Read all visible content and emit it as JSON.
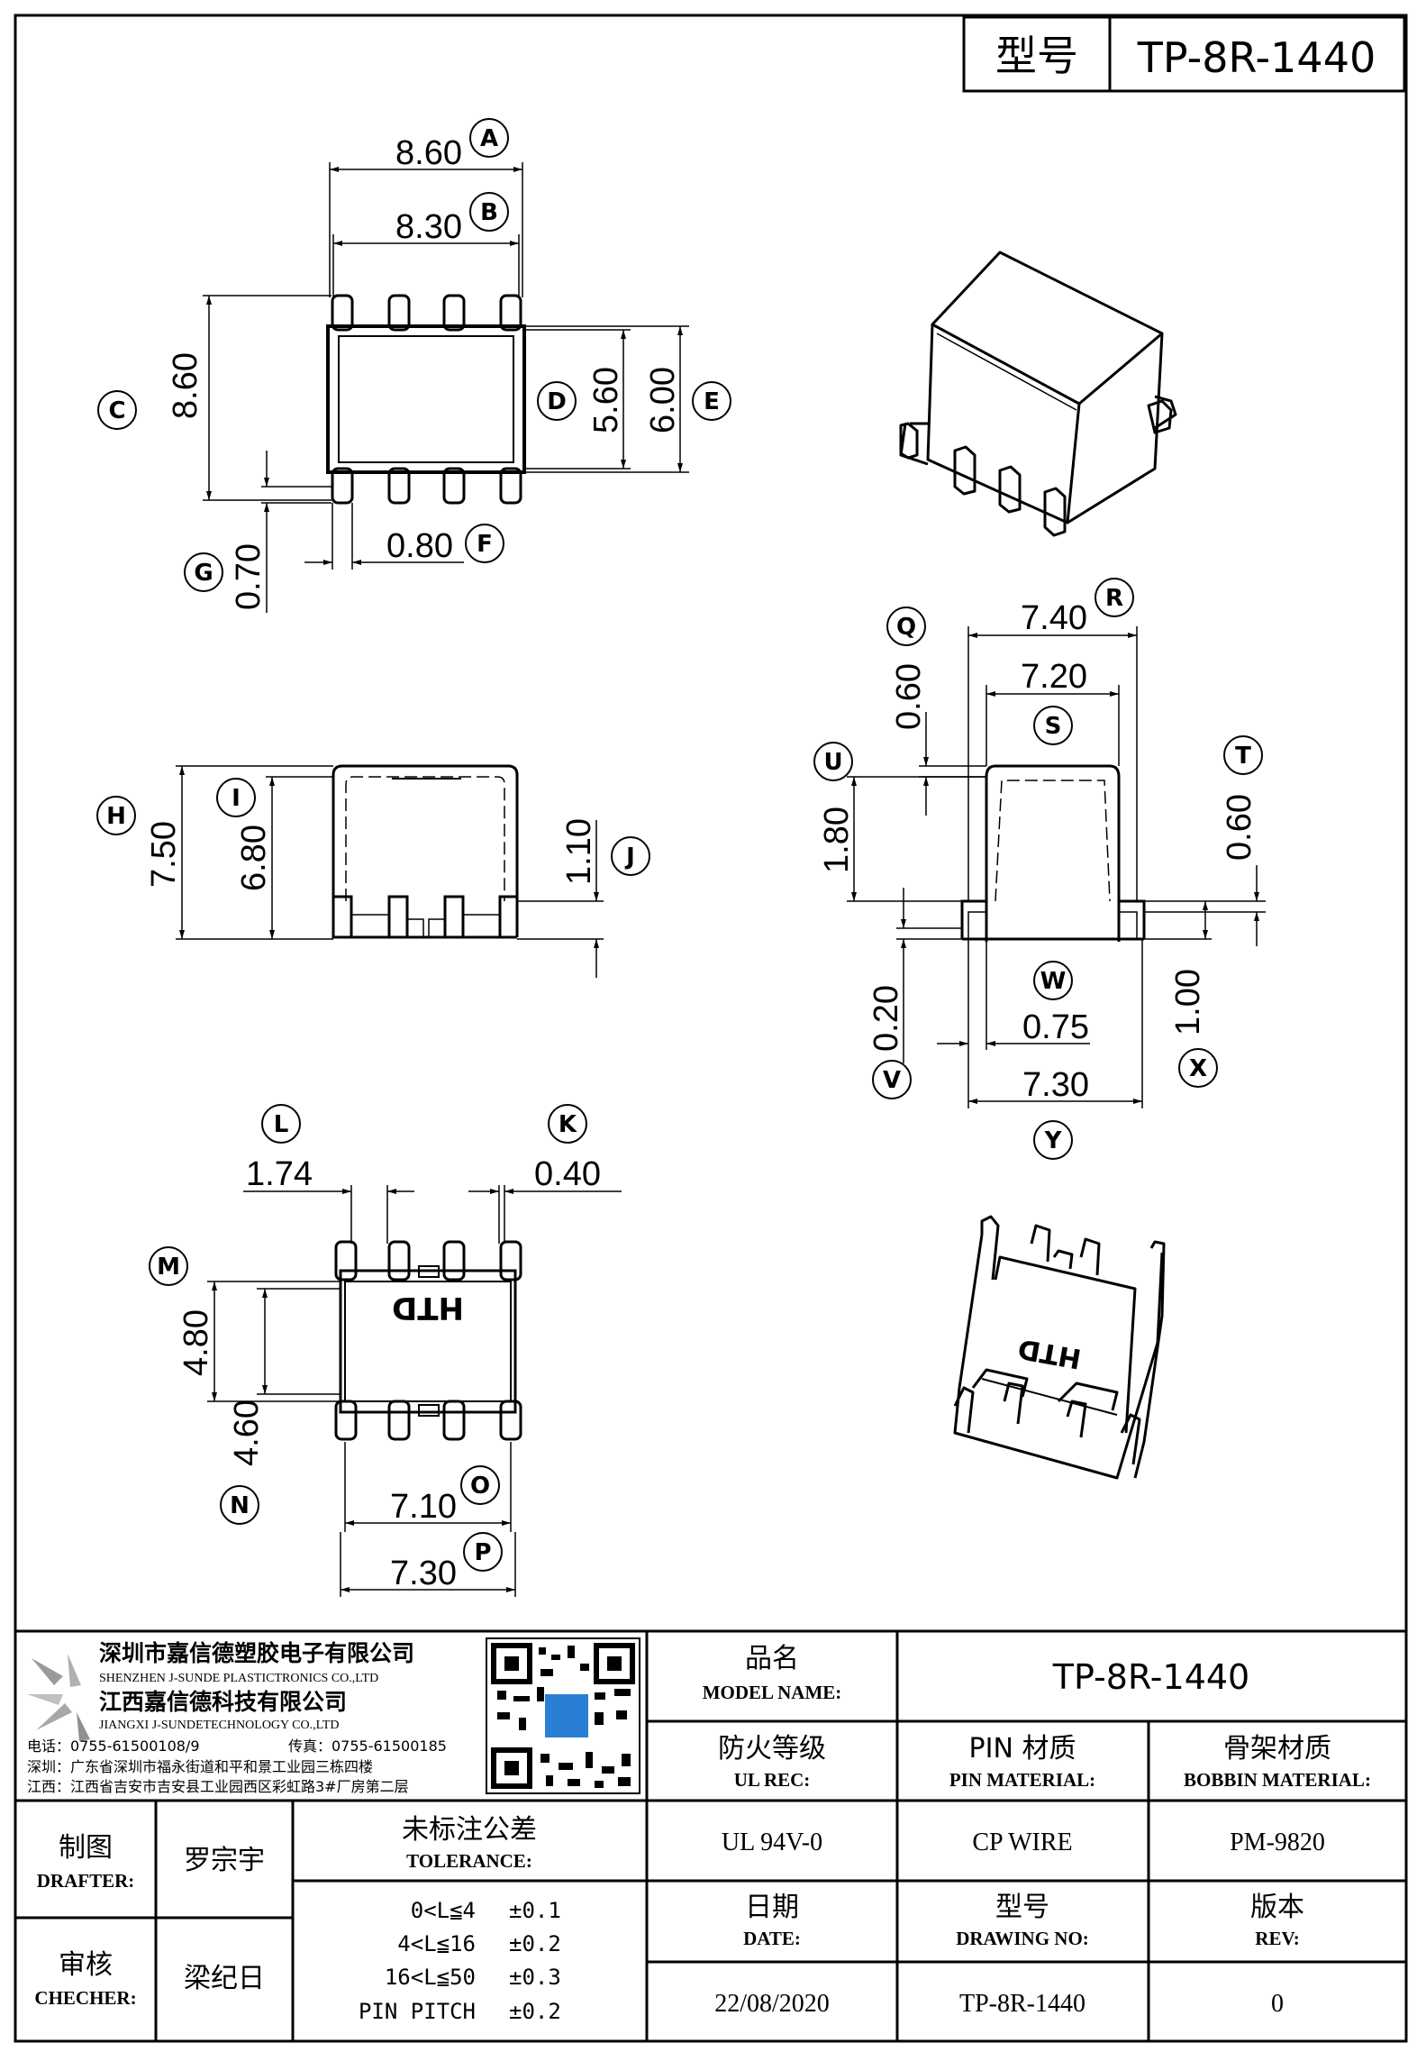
{
  "header": {
    "model_label": "型号",
    "model_value": "TP-8R-1440"
  },
  "dimensions": {
    "A": "8.60",
    "B": "8.30",
    "C": "8.60",
    "D": "5.60",
    "E": "6.00",
    "F": "0.80",
    "G": "0.70",
    "H": "7.50",
    "I": "6.80",
    "J": "1.10",
    "K": "0.40",
    "L": "1.74",
    "M": "4.80",
    "N": "4.60",
    "O": "7.10",
    "P": "7.30",
    "Q": "0.60",
    "R": "7.40",
    "S": "7.20",
    "T": "0.60",
    "U": "1.80",
    "V": "0.20",
    "W": "0.75",
    "X": "1.00",
    "Y": "7.30"
  },
  "marking": "HTD",
  "company": {
    "name_cn_1": "深圳市嘉信德塑胶电子有限公司",
    "name_en_1": "SHENZHEN J-SUNDE PLASTICTRONICS CO.,LTD",
    "name_cn_2": "江西嘉信德科技有限公司",
    "name_en_2": "JIANGXI J-SUNDETECHNOLOGY CO.,LTD",
    "phone": "电话：0755-61500108/9",
    "fax": "传真：0755-61500185",
    "addr_sz": "深圳：广东省深圳市福永街道和平和景工业园三栋四楼",
    "addr_jx": "江西：江西省吉安市吉安县工业园西区彩虹路3#厂房第二层"
  },
  "title_block": {
    "model_name_cn": "品名",
    "model_name_en": "MODEL NAME:",
    "model_name_value": "TP-8R-1440",
    "ul_cn": "防火等级",
    "ul_en": "UL REC:",
    "ul_value": "UL 94V-0",
    "pin_cn": "PIN 材质",
    "pin_en": "PIN MATERIAL:",
    "pin_value": "CP WIRE",
    "bobbin_cn": "骨架材质",
    "bobbin_en": "BOBBIN MATERIAL:",
    "bobbin_value": "PM-9820",
    "date_cn": "日期",
    "date_en": "DATE:",
    "date_value": "22/08/2020",
    "drawing_cn": "型号",
    "drawing_en": "DRAWING NO:",
    "drawing_value": "TP-8R-1440",
    "rev_cn": "版本",
    "rev_en": "REV:",
    "rev_value": "0",
    "drafter_cn": "制图",
    "drafter_en": "DRAFTER:",
    "drafter_name": "罗宗宇",
    "checker_cn": "审核",
    "checker_en": "CHECHER:",
    "checker_name": "梁纪日",
    "tolerance_cn": "未标注公差",
    "tolerance_en": "TOLERANCE:",
    "tolerances": [
      {
        "range": "0<L≦4",
        "value": "±0.1"
      },
      {
        "range": "4<L≦16",
        "value": "±0.2"
      },
      {
        "range": "16<L≦50",
        "value": "±0.3"
      },
      {
        "range": "PIN PITCH",
        "value": "±0.2"
      }
    ]
  }
}
